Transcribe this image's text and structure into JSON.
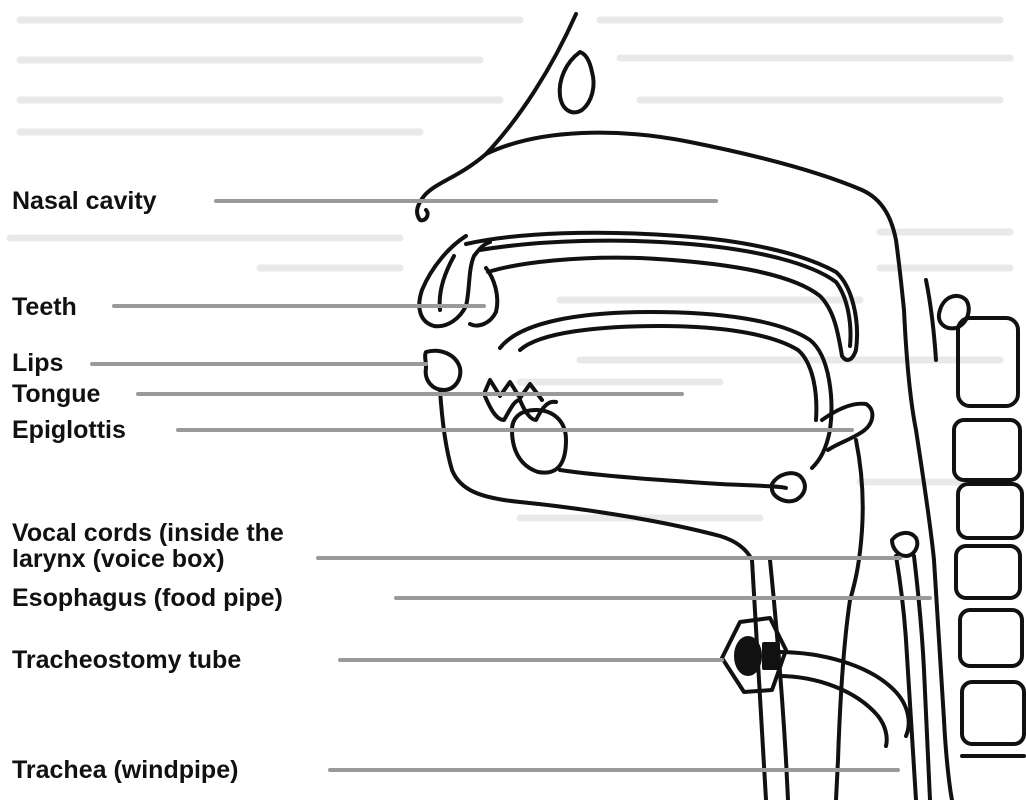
{
  "labels": {
    "nasal_cavity": "Nasal cavity",
    "teeth": "Teeth",
    "lips": "Lips",
    "tongue": "Tongue",
    "epiglottis": "Epiglottis",
    "vocal_cords_line1": "Vocal cords (inside the",
    "vocal_cords_line2": "larynx (voice box)",
    "esophagus": "Esophagus (food pipe)",
    "tracheostomy_tube": "Tracheostomy tube",
    "trachea": "Trachea (windpipe)"
  },
  "colors": {
    "outline": "#111111",
    "leader_line": "#9a9a9a",
    "label_text": "#111111",
    "background": "#ffffff"
  }
}
